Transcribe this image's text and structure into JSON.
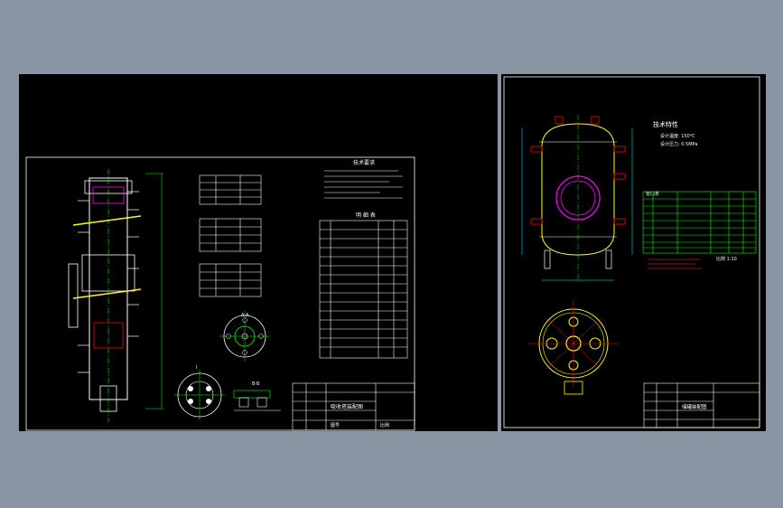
{
  "canvas": {
    "background": "#8a95a3",
    "sheet_color": "#000000",
    "line_color": "#ffffff"
  },
  "left_sheet": {
    "notes_heading": "技术要求",
    "parts_list_heading": "明 细 表",
    "title_block": {
      "drawing_title": "吸收塔装配图",
      "scale_label": "比例",
      "sheet_label": "图号"
    },
    "flange_label": "A-A",
    "detail_label": "I",
    "view_label": "B-B"
  },
  "right_sheet": {
    "tech_heading": "技术特性",
    "tech_lines": [
      "设计温度: 150℃",
      "设计压力: 0.5MPa"
    ],
    "nozzle_table_heading": "管口表",
    "scale_text": "比例 1:10",
    "title_block": {
      "drawing_title": "储罐装配图"
    }
  },
  "colors": {
    "vessel": "#ffff00",
    "nozzle": "#ff0000",
    "manhole": "#ff00ff",
    "center_line": "#00ff00",
    "dimension": "#00ffff",
    "table_green": "#00ff00",
    "note_red": "#ff3333"
  }
}
